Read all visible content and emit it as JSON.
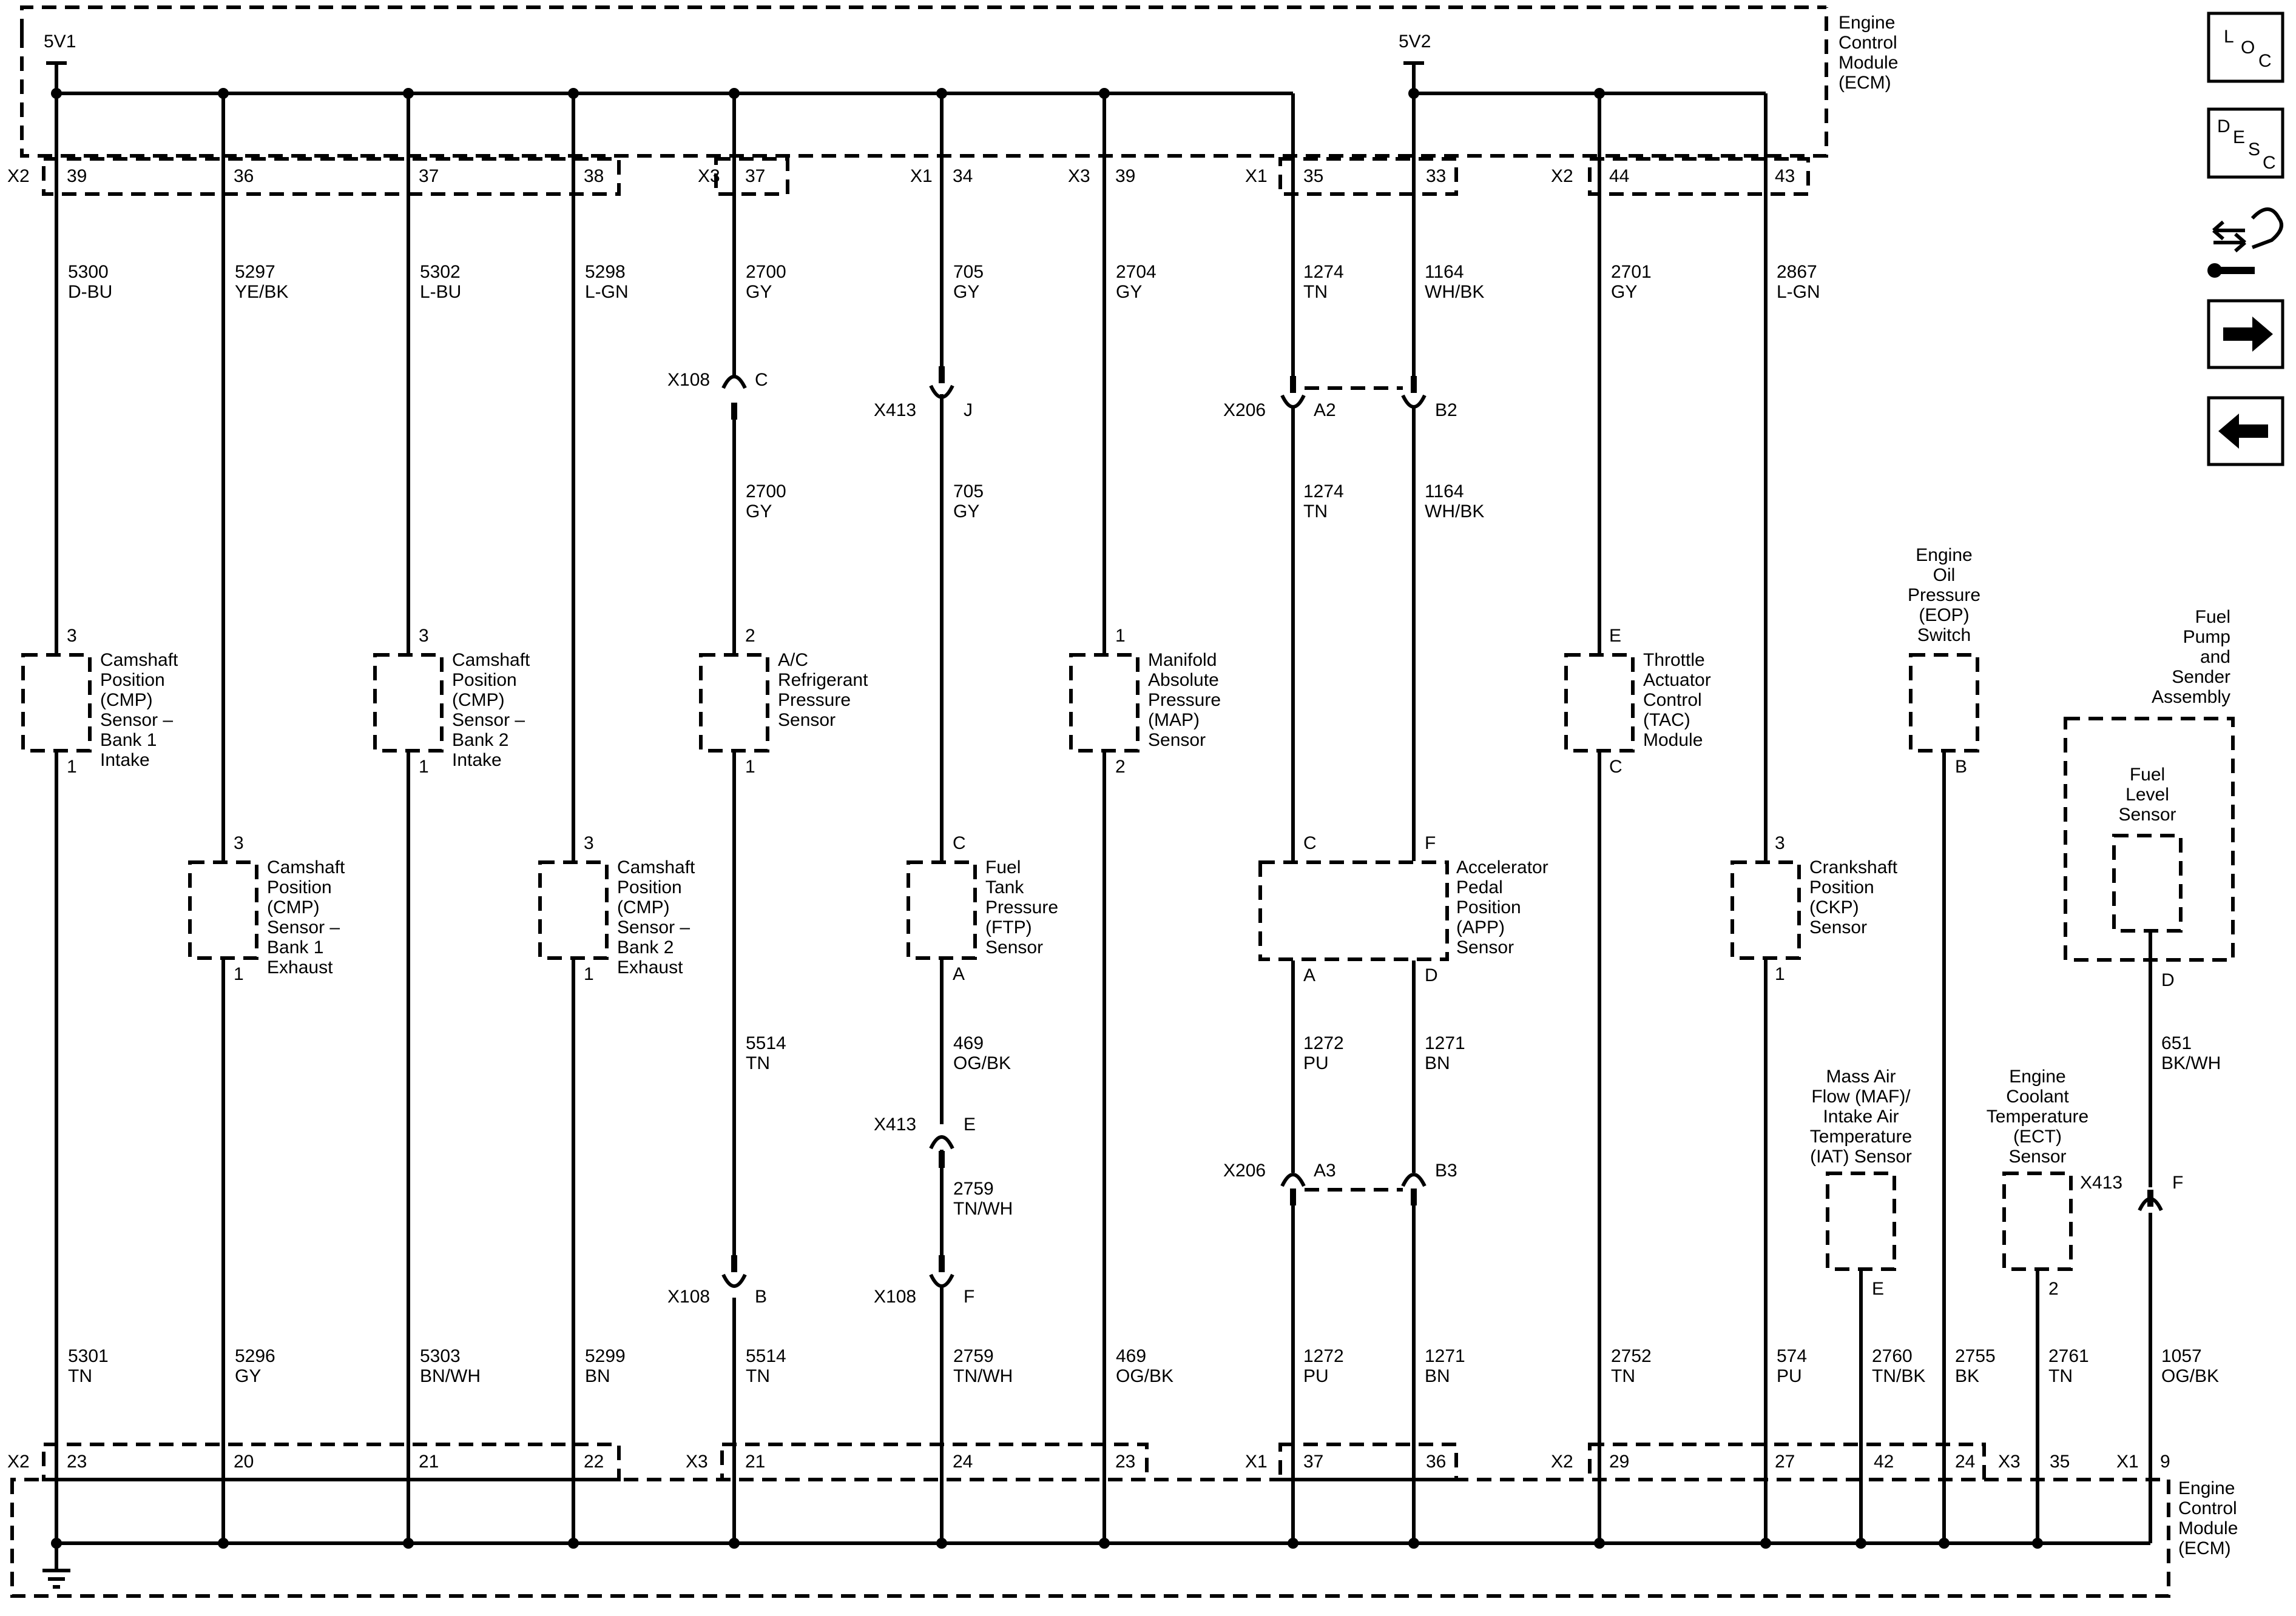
{
  "ecm": {
    "module_label": [
      "Engine",
      "Control",
      "Module",
      "(ECM)"
    ]
  },
  "refs": {
    "v1": "5V1",
    "v2": "5V2"
  },
  "top_connectors": {
    "x2a": "X2",
    "x3": "X3",
    "x1": "X1",
    "x3b": "X3",
    "x1b": "X1",
    "x2b": "X2"
  },
  "bottom_connectors": {
    "x2": "X2",
    "x3": "X3",
    "x1": "X1",
    "x2b": "X2",
    "x3b": "X3",
    "x1b": "X1"
  },
  "circuits": [
    {
      "top_pin": "39",
      "top_num": "5300",
      "top_color": "D-BU",
      "bot_pin": "23",
      "bot_num": "5301",
      "bot_color": "TN"
    },
    {
      "top_pin": "36",
      "top_num": "5297",
      "top_color": "YE/BK",
      "bot_pin": "20",
      "bot_num": "5296",
      "bot_color": "GY"
    },
    {
      "top_pin": "37",
      "top_num": "5302",
      "top_color": "L-BU",
      "bot_pin": "21",
      "bot_num": "5303",
      "bot_color": "BN/WH"
    },
    {
      "top_pin": "38",
      "top_num": "5298",
      "top_color": "L-GN",
      "bot_pin": "22",
      "bot_num": "5299",
      "bot_color": "BN"
    },
    {
      "top_pin": "37",
      "top_num": "2700",
      "top_color": "GY",
      "mid_num": "2700",
      "mid_color": "GY",
      "lower_num": "5514",
      "lower_color": "TN",
      "bot_pin": "21",
      "bot_num": "5514",
      "bot_color": "TN"
    },
    {
      "top_pin": "34",
      "top_num": "705",
      "top_color": "GY",
      "mid_num": "705",
      "mid_color": "GY",
      "lower_num": "469",
      "lower_color": "OG/BK",
      "lower2_num": "2759",
      "lower2_color": "TN/WH",
      "bot_pin": "24",
      "bot_num": "2759",
      "bot_color": "TN/WH"
    },
    {
      "top_pin": "39",
      "top_num": "2704",
      "top_color": "GY",
      "bot_pin": "23",
      "bot_num": "469",
      "bot_color": "OG/BK"
    },
    {
      "top_pin": "35",
      "top_num": "1274",
      "top_color": "TN",
      "mid_num": "1274",
      "mid_color": "TN",
      "lower_num": "1272",
      "lower_color": "PU",
      "bot_pin": "37",
      "bot_num": "1272",
      "bot_color": "PU"
    },
    {
      "top_pin": "33",
      "top_num": "1164",
      "top_color": "WH/BK",
      "mid_num": "1164",
      "mid_color": "WH/BK",
      "lower_num": "1271",
      "lower_color": "BN",
      "bot_pin": "36",
      "bot_num": "1271",
      "bot_color": "BN"
    },
    {
      "top_pin": "44",
      "top_num": "2701",
      "top_color": "GY",
      "bot_pin": "29",
      "bot_num": "2752",
      "bot_color": "TN"
    },
    {
      "top_pin": "43",
      "top_num": "2867",
      "top_color": "L-GN",
      "bot_pin": "27",
      "bot_num": "574",
      "bot_color": "PU"
    },
    {
      "bot_pin": "42",
      "bot_num": "2760",
      "bot_color": "TN/BK"
    },
    {
      "bot_pin": "24",
      "bot_num": "2755",
      "bot_color": "BK"
    },
    {
      "bot_pin": "35",
      "bot_num": "2761",
      "bot_color": "TN"
    },
    {
      "mid_num": "651",
      "mid_color": "BK/WH",
      "bot_pin": "9",
      "bot_num": "1057",
      "bot_color": "OG/BK"
    }
  ],
  "inline": {
    "x108": "X108",
    "x413": "X413",
    "x206": "X206",
    "c108_top_pin": "C",
    "c413_top_pin": "J",
    "c206_a2": "A2",
    "c206_b2": "B2",
    "c206_a3": "A3",
    "c206_b3": "B3",
    "c413_mid_pin": "E",
    "c108_bot_pin_a": "B",
    "c108_bot_pin_b": "F",
    "c413_fuel_pin": "F"
  },
  "components": {
    "cmp_b1i": {
      "label": [
        "Camshaft",
        "Position",
        "(CMP)",
        "Sensor –",
        "Bank 1",
        "Intake"
      ],
      "pin_top": "3",
      "pin_bot": "1"
    },
    "cmp_b1e": {
      "label": [
        "Camshaft",
        "Position",
        "(CMP)",
        "Sensor –",
        "Bank 1",
        "Exhaust"
      ],
      "pin_top": "3",
      "pin_bot": "1"
    },
    "cmp_b2i": {
      "label": [
        "Camshaft",
        "Position",
        "(CMP)",
        "Sensor –",
        "Bank 2",
        "Intake"
      ],
      "pin_top": "3",
      "pin_bot": "1"
    },
    "cmp_b2e": {
      "label": [
        "Camshaft",
        "Position",
        "(CMP)",
        "Sensor –",
        "Bank 2",
        "Exhaust"
      ],
      "pin_top": "3",
      "pin_bot": "1"
    },
    "ac": {
      "label": [
        "A/C",
        "Refrigerant",
        "Pressure",
        "Sensor"
      ],
      "pin_top": "2",
      "pin_bot": "1"
    },
    "ftp": {
      "label": [
        "Fuel",
        "Tank",
        "Pressure",
        "(FTP)",
        "Sensor"
      ],
      "pin_top": "C",
      "pin_bot": "A"
    },
    "map": {
      "label": [
        "Manifold",
        "Absolute",
        "Pressure",
        "(MAP)",
        "Sensor"
      ],
      "pin_top": "1",
      "pin_bot": "2"
    },
    "app": {
      "label": [
        "Accelerator",
        "Pedal",
        "Position",
        "(APP)",
        "Sensor"
      ],
      "pin_c": "C",
      "pin_f": "F",
      "pin_a": "A",
      "pin_d": "D"
    },
    "tac": {
      "label": [
        "Throttle",
        "Actuator",
        "Control",
        "(TAC)",
        "Module"
      ],
      "pin_top": "E",
      "pin_bot": "C"
    },
    "ckp": {
      "label": [
        "Crankshaft",
        "Position",
        "(CKP)",
        "Sensor"
      ],
      "pin_top": "3",
      "pin_bot": "1"
    },
    "eop": {
      "label": [
        "Engine",
        "Oil",
        "Pressure",
        "(EOP)",
        "Switch"
      ],
      "pin_bot": "B"
    },
    "maf": {
      "label": [
        "Mass Air",
        "Flow (MAF)/",
        "Intake Air",
        "Temperature",
        "(IAT) Sensor"
      ],
      "pin_bot": "E"
    },
    "ect": {
      "label": [
        "Engine",
        "Coolant",
        "Temperature",
        "(ECT)",
        "Sensor"
      ],
      "pin_bot": "2"
    },
    "fuelpump": {
      "label": [
        "Fuel",
        "Pump",
        "and",
        "Sender",
        "Assembly"
      ]
    },
    "fuellevel": {
      "label": [
        "Fuel",
        "Level",
        "Sensor"
      ],
      "pin_bot": "D"
    }
  },
  "nav": {
    "loc": [
      "L",
      "O",
      "C"
    ],
    "desc": [
      "D",
      "E",
      "S",
      "C"
    ]
  }
}
